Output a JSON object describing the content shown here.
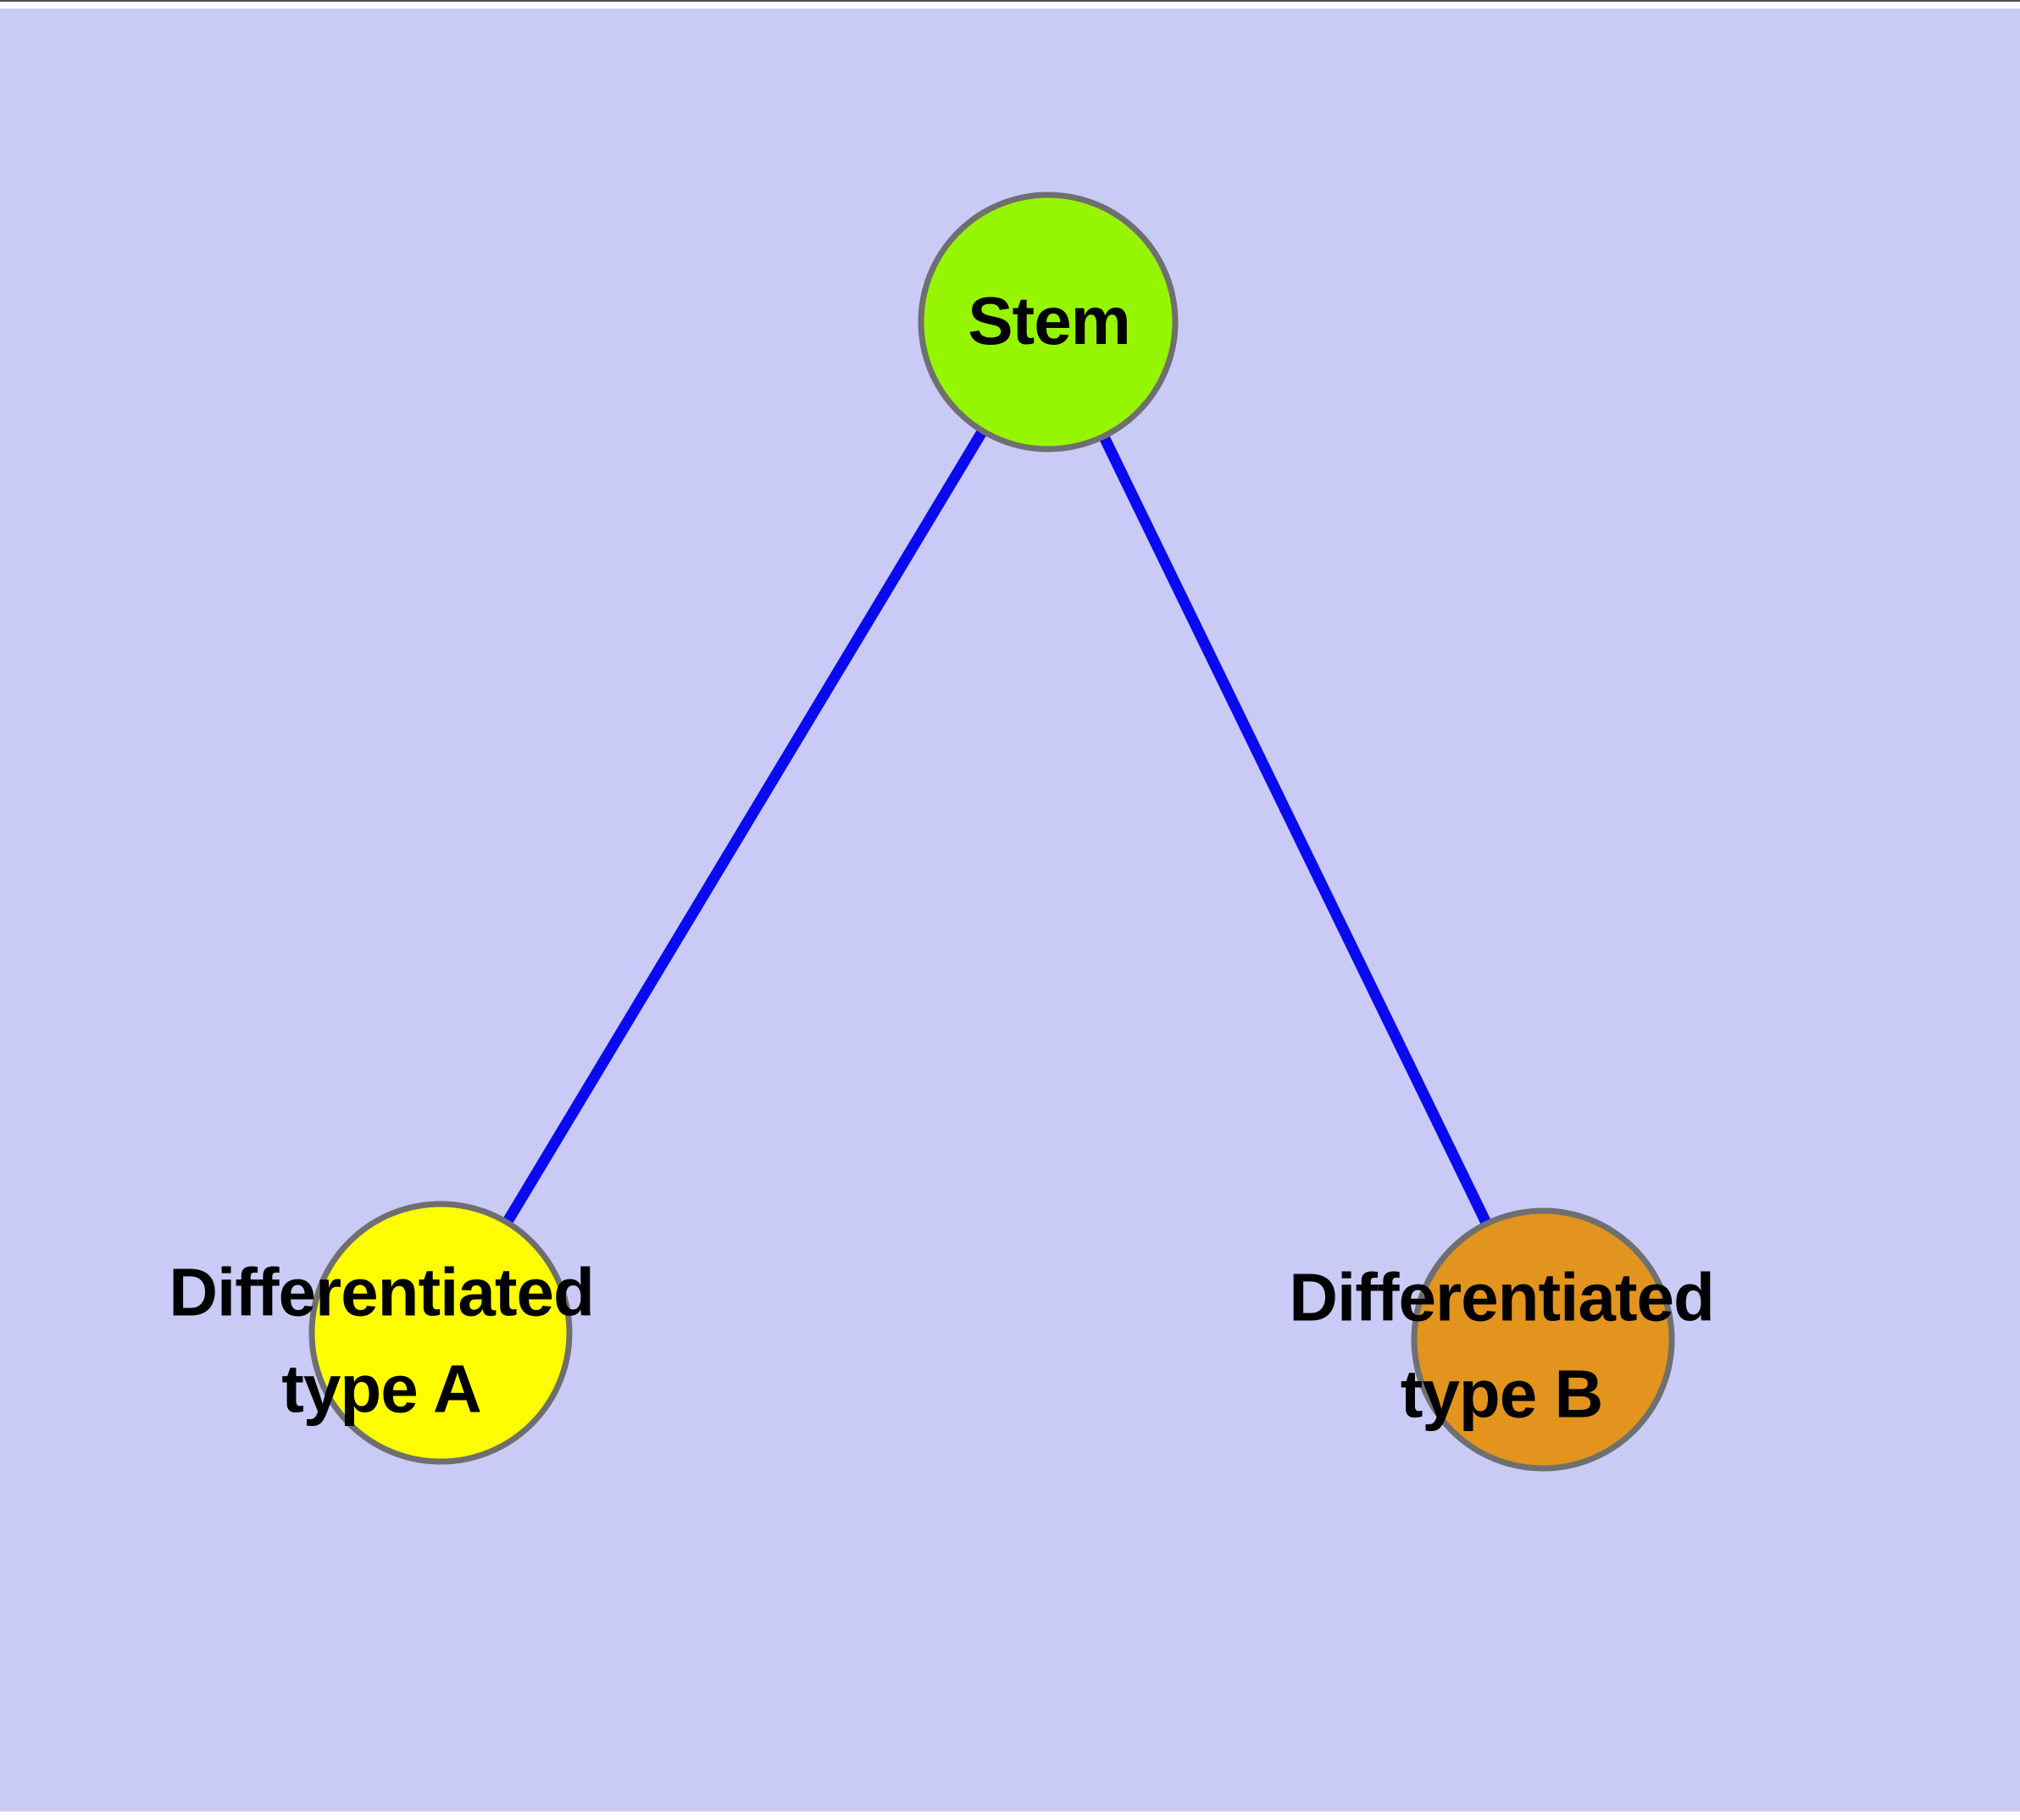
{
  "graph": {
    "background": "#cacaf6",
    "top_margin_color": "#ffffff",
    "text_color": "#000000",
    "node_border_color": "#6f6f6f",
    "edge": {
      "color": "#0a0af0",
      "count": 2
    },
    "nodes": [
      {
        "id": "stem",
        "label": "Stem",
        "fill": "#96f501"
      },
      {
        "id": "differentiated-type-a",
        "label": "Differentiated\ntype A",
        "fill": "#fefe00"
      },
      {
        "id": "differentiated-type-b",
        "label": "Differentiated\ntype B",
        "fill": "#e2941e"
      }
    ],
    "edges": [
      {
        "from": "stem",
        "to": "differentiated-type-a"
      },
      {
        "from": "stem",
        "to": "differentiated-type-b"
      }
    ]
  }
}
